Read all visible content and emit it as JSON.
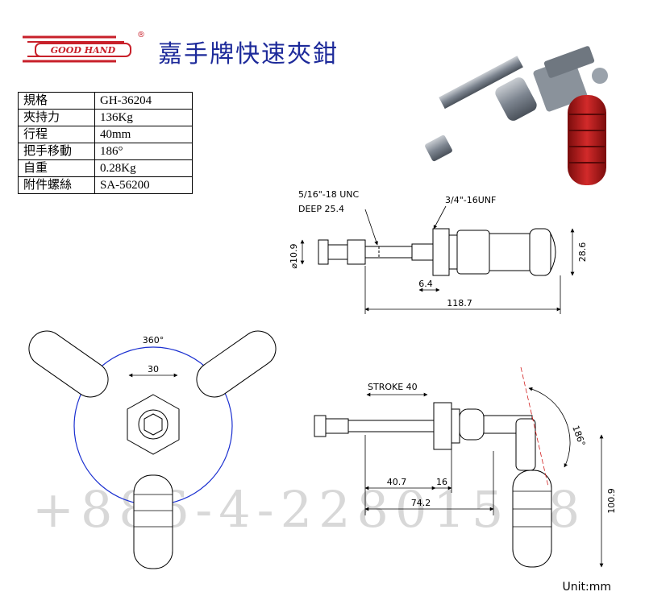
{
  "brand": {
    "logo_text": "GOOD HAND",
    "registered_mark": "®"
  },
  "title": "嘉手牌快速夾鉗",
  "specs": [
    {
      "label": "規格",
      "value": "GH-36204"
    },
    {
      "label": "夾持力",
      "value": "136Kg"
    },
    {
      "label": "行程",
      "value": "40mm"
    },
    {
      "label": "把手移動",
      "value": "186°"
    },
    {
      "label": "自重",
      "value": "0.28Kg"
    },
    {
      "label": "附件螺絲",
      "value": "SA-56200"
    }
  ],
  "top_view": {
    "callout_thread": "5/16\"-18 UNC",
    "callout_depth": "DEEP 25.4",
    "callout_nut": "3/4\"-16UNF",
    "dia_label": "⌀10.9",
    "height_label": "28.6",
    "dim_small": "6.4",
    "dim_total": "118.7"
  },
  "front_view": {
    "rotation_label": "360°",
    "width_label": "30"
  },
  "side_view": {
    "stroke_label": "STROKE 40",
    "angle_label": "186°",
    "dim_a": "40.7",
    "dim_b": "16",
    "dim_c": "74.2",
    "height_label": "100.9"
  },
  "watermark_phone": "+886-4-22801518",
  "unit_label": "Unit:mm",
  "colors": {
    "brand_red": "#c8202a",
    "title_blue": "#1d2a9a",
    "dim_blue": "#1a2fd0",
    "handle_red": "#b01818"
  }
}
